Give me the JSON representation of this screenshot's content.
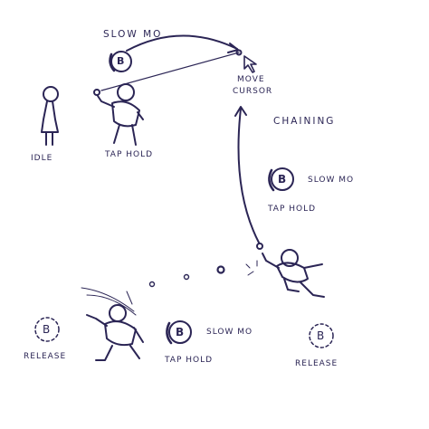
{
  "ink_color": "#2b2555",
  "labels": {
    "idle": "IDLE",
    "tap_hold_1": "TAP HOLD",
    "slow_mo_1": "SLOW MO",
    "move_cursor_1": "MOVE",
    "move_cursor_2": "CURSOR",
    "chaining": "CHAINING",
    "slow_mo_2": "SLOW MO",
    "tap_hold_2": "TAP HOLD",
    "release_left": "RELEASE",
    "slow_mo_3": "SLOW MO",
    "tap_hold_3": "TAP HOLD",
    "release_right": "RELEASE"
  },
  "buttons": {
    "b1": "B",
    "b2": "B",
    "b3": "B",
    "b4": "B",
    "b5": "B"
  },
  "icons": [
    "b-button-icon",
    "cursor-arrow-icon",
    "stick-figure",
    "ball-icon"
  ]
}
